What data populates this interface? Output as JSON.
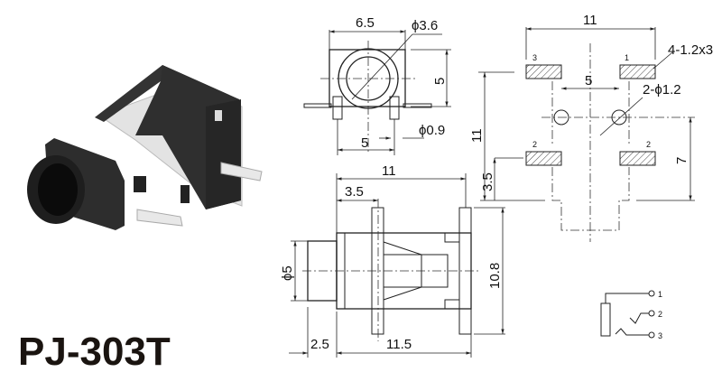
{
  "product": {
    "model": "PJ-303T"
  },
  "front_view": {
    "width_dim": "6.5",
    "bore_dim": "ϕ3.6",
    "height_dim": "5",
    "pin_dia_dim": "ϕ0.9",
    "pin_pitch_dim": "5"
  },
  "footprint": {
    "width_dim": "11",
    "pad_note": "4-1.2x3",
    "hole_pitch_dim": "5",
    "hole_note": "2-ϕ1.2",
    "length_dim": "11",
    "hole_offset_dim": "7",
    "pad_offset_dim": "3.5",
    "pad_labels": [
      "3",
      "1",
      "2",
      "2"
    ]
  },
  "side_view": {
    "length_dim": "11",
    "pin_offset_dim": "3.5",
    "width_dim": "10.8",
    "barrel_dia_dim": "ϕ5",
    "barrel_len_dim": "2.5",
    "body_len_dim": "11.5"
  },
  "schematic": {
    "pins": [
      "1",
      "2",
      "3"
    ]
  },
  "colors": {
    "ink": "#222222",
    "housing": "#2a2a2a",
    "metal": "#d8d8d8"
  }
}
